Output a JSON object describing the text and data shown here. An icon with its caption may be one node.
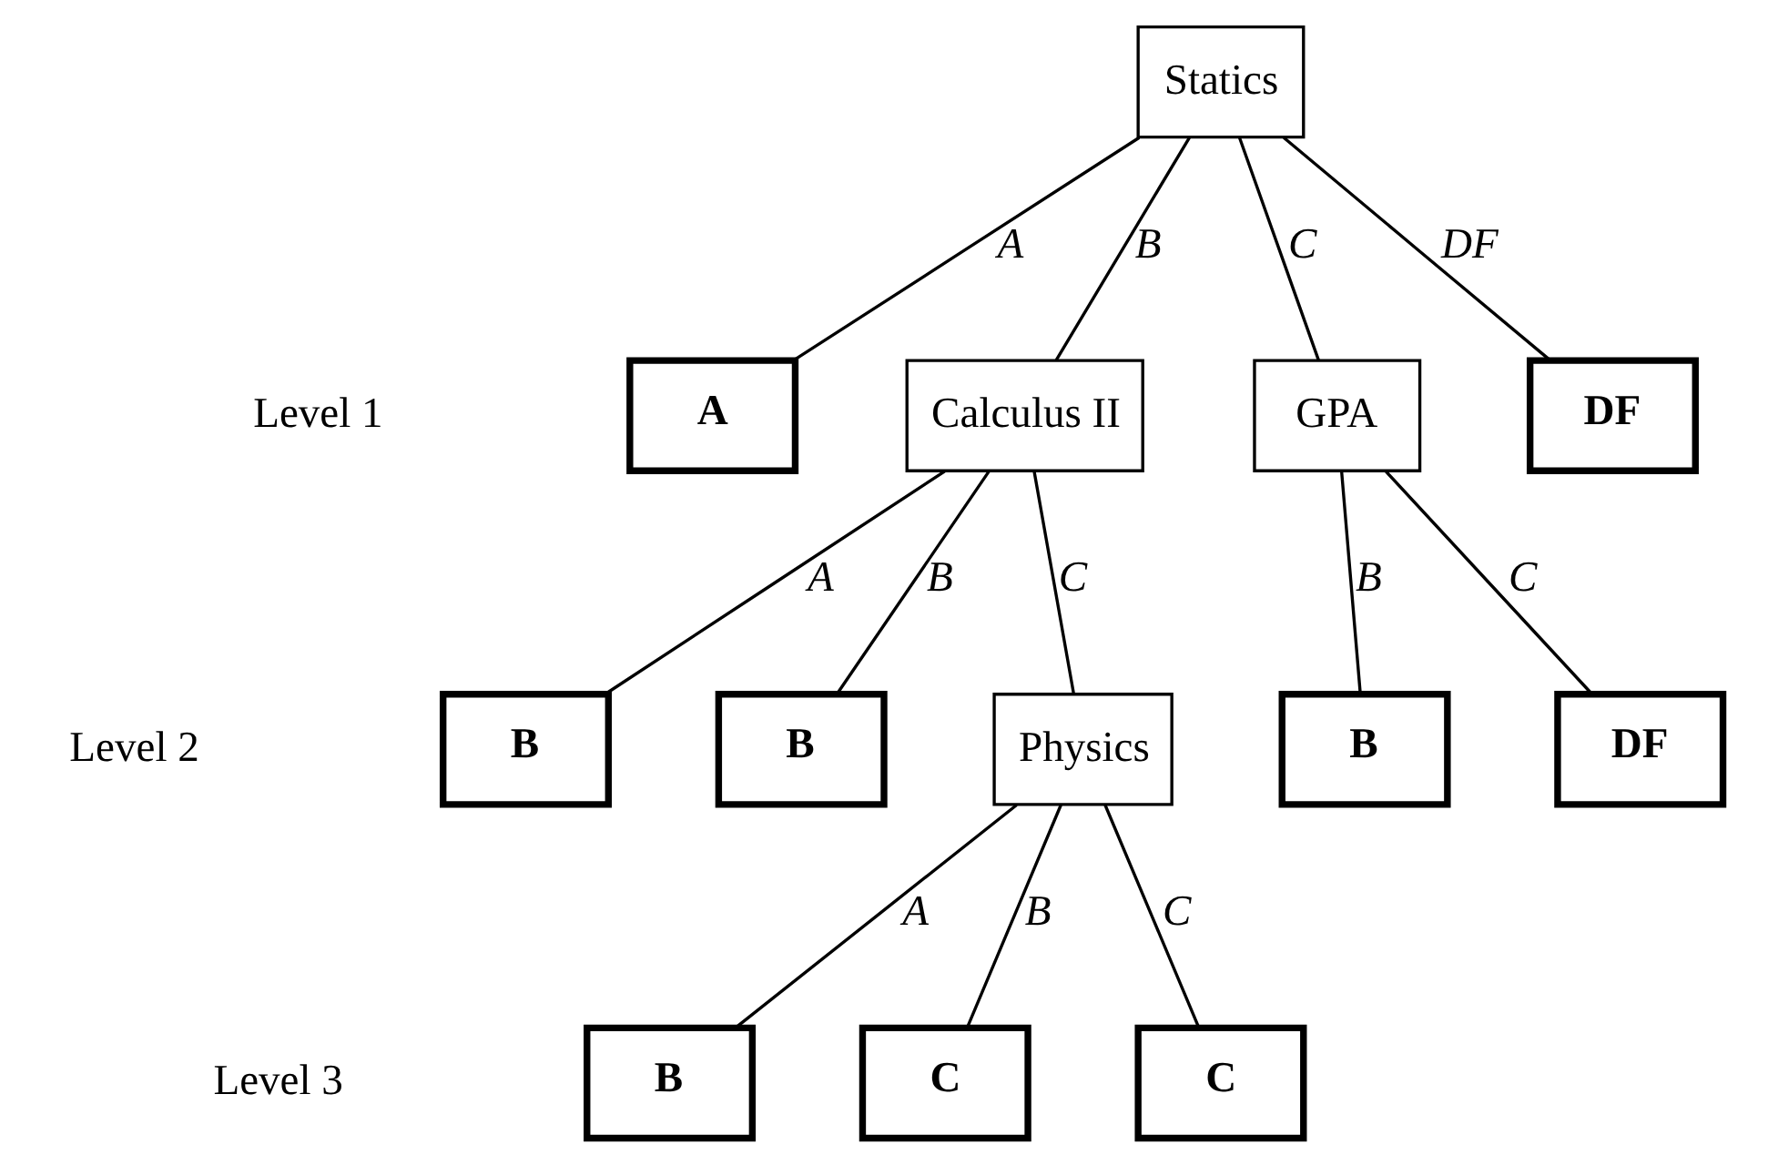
{
  "diagram": {
    "nodes": [
      {
        "text": [
          "Statics"
        ]
      },
      {
        "text": [
          "A"
        ]
      },
      {
        "text": [
          "Calculus II"
        ]
      },
      {
        "text": [
          "GPA"
        ]
      },
      {
        "text": [
          "DF"
        ]
      },
      {
        "text": [
          "B"
        ]
      },
      {
        "text": [
          "B"
        ]
      },
      {
        "text": [
          "Physics"
        ]
      },
      {
        "text": [
          "B"
        ]
      },
      {
        "text": [
          "DF"
        ]
      },
      {
        "text": [
          "B"
        ]
      },
      {
        "text": [
          "C"
        ]
      },
      {
        "text": [
          "C"
        ]
      }
    ],
    "edges": [
      {
        "from": 0,
        "to": 1,
        "arrow": "none",
        "label": "A"
      },
      {
        "from": 0,
        "to": 2,
        "arrow": "none",
        "label": "B"
      },
      {
        "from": 0,
        "to": 3,
        "arrow": "none",
        "label": "C"
      },
      {
        "from": 0,
        "to": 4,
        "arrow": "none",
        "label": "DF"
      },
      {
        "from": 2,
        "to": 5,
        "arrow": "none",
        "label": "A"
      },
      {
        "from": 2,
        "to": 6,
        "arrow": "none",
        "label": "B"
      },
      {
        "from": 2,
        "to": 7,
        "arrow": "none",
        "label": "C"
      },
      {
        "from": 3,
        "to": 8,
        "arrow": "none",
        "label": "B"
      },
      {
        "from": 3,
        "to": 9,
        "arrow": "none",
        "label": "C"
      },
      {
        "from": 7,
        "to": 10,
        "arrow": "none",
        "label": "A"
      },
      {
        "from": 7,
        "to": 11,
        "arrow": "none",
        "label": "B"
      },
      {
        "from": 7,
        "to": 12,
        "arrow": "none",
        "label": "C"
      }
    ],
    "labels": [
      "Level 1",
      "Level 2",
      "Level 3"
    ]
  }
}
